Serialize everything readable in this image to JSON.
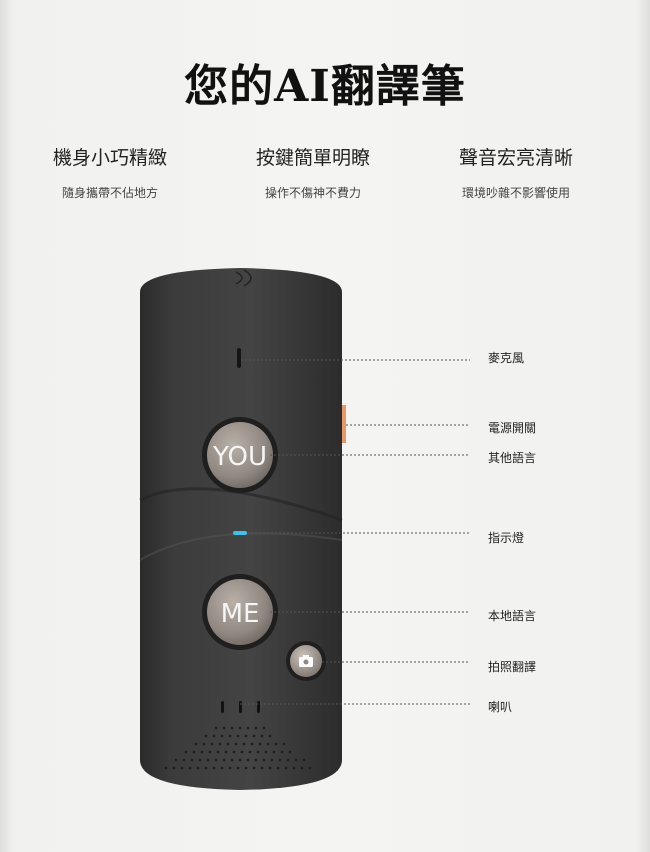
{
  "title": "您的AI翻譯筆",
  "features": [
    {
      "heading": "機身小巧精緻",
      "sub": "隨身攜帶不佔地方"
    },
    {
      "heading": "按鍵簡單明瞭",
      "sub": "操作不傷神不費力"
    },
    {
      "heading": "聲音宏亮清晰",
      "sub": "環境吵雜不影響使用"
    }
  ],
  "device": {
    "you_button": "YOU",
    "me_button": "ME",
    "camera_icon": "camera-icon",
    "indicator_color": "#37c6e8"
  },
  "callouts": [
    {
      "label": "麥克風"
    },
    {
      "label": "電源開關"
    },
    {
      "label": "其他語言"
    },
    {
      "label": "指示燈"
    },
    {
      "label": "本地語言"
    },
    {
      "label": "拍照翻譯"
    },
    {
      "label": "喇叭"
    }
  ]
}
